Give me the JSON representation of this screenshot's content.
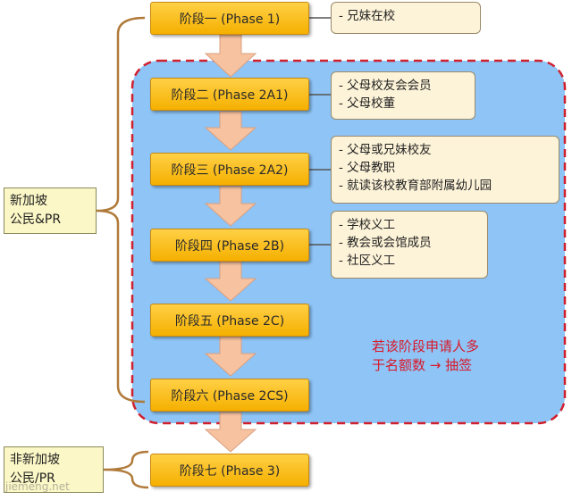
{
  "phases": [
    {
      "id": "p1",
      "label": "阶段一 (Phase 1)"
    },
    {
      "id": "p2a1",
      "label": "阶段二 (Phase 2A1)"
    },
    {
      "id": "p2a2",
      "label": "阶段三 (Phase 2A2)"
    },
    {
      "id": "p2b",
      "label": "阶段四 (Phase 2B)"
    },
    {
      "id": "p2c",
      "label": "阶段五 (Phase 2C)"
    },
    {
      "id": "p2cs",
      "label": "阶段六 (Phase 2CS)"
    },
    {
      "id": "p3",
      "label": "阶段七 (Phase 3)"
    }
  ],
  "notes": [
    {
      "phase": "p1",
      "items": [
        "- 兄妹在校"
      ]
    },
    {
      "phase": "p2a1",
      "items": [
        "- 父母校友会会员",
        "- 父母校董"
      ]
    },
    {
      "phase": "p2a2",
      "items": [
        "- 父母或兄妹校友",
        "- 父母教职",
        "- 就读该校教育部附属幼儿园"
      ]
    },
    {
      "phase": "p2b",
      "items": [
        "- 学校义工",
        "- 教会或会馆成员",
        "- 社区义工"
      ]
    }
  ],
  "groups": {
    "citizen": {
      "line1": "新加坡",
      "line2": "公民&PR"
    },
    "non_citizen": {
      "line1": "非新加坡",
      "line2": "公民/PR"
    }
  },
  "lottery_note": {
    "line1": "若该阶段申请人多",
    "line2": "于名额数 → 抽签"
  },
  "watermark": "jiemeng.net",
  "colors": {
    "phase_fill": "#f5b000",
    "note_fill": "#fdf3d8",
    "region_fill": "#8ec4f6",
    "region_border": "#d0202e",
    "arrow_fill": "#f6c2a0",
    "group_fill": "#fbf7c6",
    "lottery_text": "#d81a2a"
  }
}
